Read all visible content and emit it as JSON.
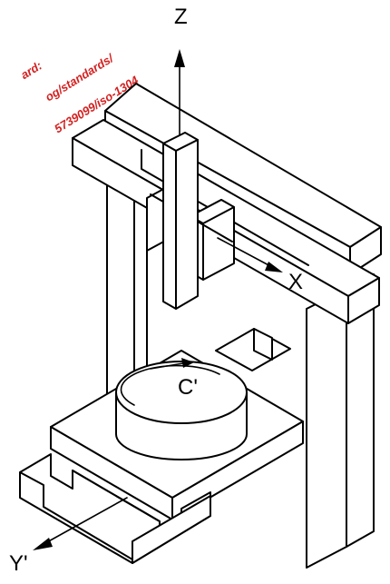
{
  "labels": {
    "z": "Z",
    "x": "X",
    "c": "C'",
    "y": "Y'"
  },
  "watermark": {
    "line1": "ard:",
    "line2": "og/standards/",
    "line3": "5739099/iso-1304"
  },
  "colors": {
    "line": "#000000",
    "background": "#ffffff",
    "watermark": "#d42020"
  }
}
